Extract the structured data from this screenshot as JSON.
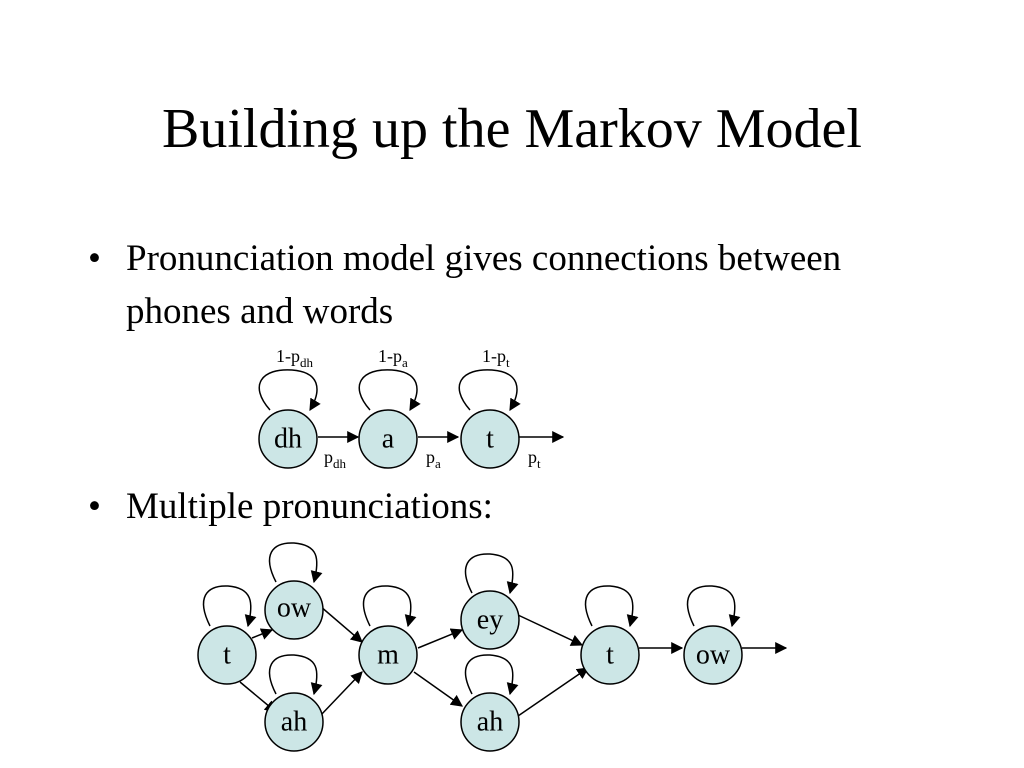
{
  "slide": {
    "title": "Building up the Markov Model",
    "bullets": [
      "Pronunciation model gives connections between phones and words",
      "Multiple pronunciations:"
    ],
    "bullet_symbol": "•"
  },
  "diagram1": {
    "nodes": [
      "dh",
      "a",
      "t"
    ],
    "self_loop_labels": [
      {
        "base": "1-p",
        "sub": "dh"
      },
      {
        "base": "1-p",
        "sub": "a"
      },
      {
        "base": "1-p",
        "sub": "t"
      }
    ],
    "transition_labels": [
      {
        "base": "p",
        "sub": "dh"
      },
      {
        "base": "p",
        "sub": "a"
      },
      {
        "base": "p",
        "sub": "t"
      }
    ]
  },
  "diagram2": {
    "nodes": [
      "t",
      "ow",
      "ah",
      "m",
      "ey",
      "ah",
      "t",
      "ow"
    ]
  },
  "colors": {
    "node_fill": "#cce6e6",
    "stroke": "#000000"
  }
}
